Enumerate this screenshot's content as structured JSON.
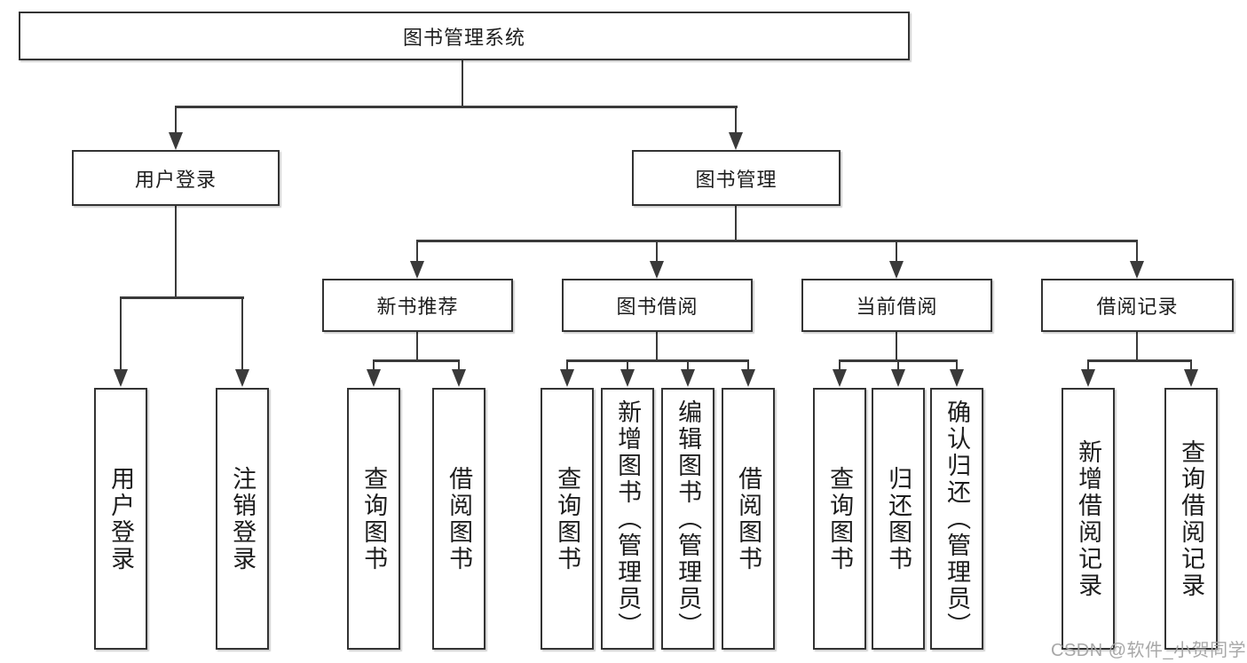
{
  "diagram": {
    "root": {
      "label": "图书管理系统"
    },
    "level2": [
      {
        "label": "用户登录"
      },
      {
        "label": "图书管理"
      }
    ],
    "level3": [
      {
        "label": "新书推荐"
      },
      {
        "label": "图书借阅"
      },
      {
        "label": "当前借阅"
      },
      {
        "label": "借阅记录"
      }
    ],
    "leaves": {
      "user_login": [
        "用户登录",
        "注销登录"
      ],
      "new_book_recommend": [
        "查询图书",
        "借阅图书"
      ],
      "book_borrow": [
        "查询图书",
        "新增图书（管理员）",
        "编辑图书（管理员）",
        "借阅图书"
      ],
      "current_borrow": [
        "查询图书",
        "归还图书",
        "确认归还（管理员）"
      ],
      "borrow_records": [
        "新增借阅记录",
        "查询借阅记录"
      ]
    }
  },
  "watermark": {
    "text": "CSDN @软件_小贺同学"
  },
  "colors": {
    "line": "#3a3a3a",
    "box_border": "#333333",
    "box_fill": "#ffffff",
    "text": "#1d1d1d",
    "watermark": "#a3a3a3",
    "background": "#ffffff"
  }
}
